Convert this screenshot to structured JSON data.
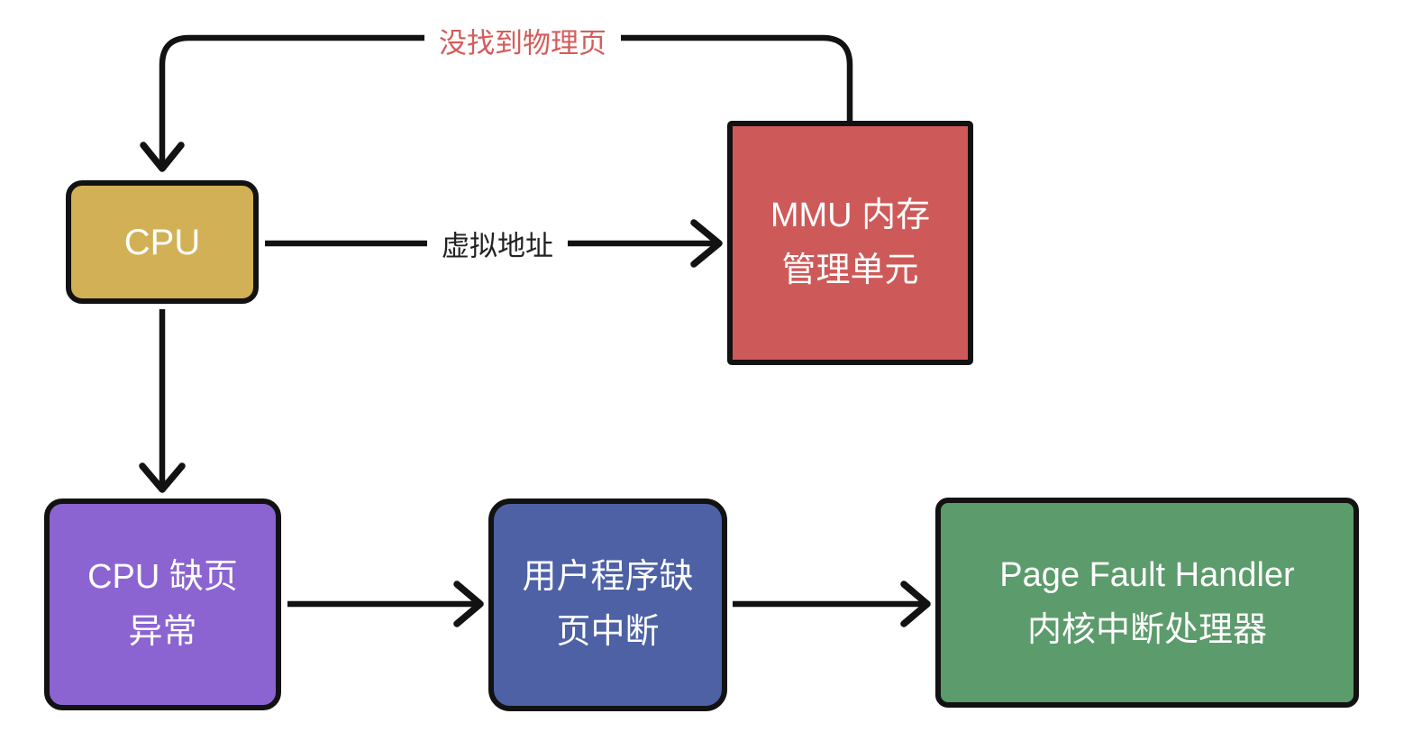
{
  "colors": {
    "background": "#ffffff",
    "border": "#121212",
    "arrow": "#121212",
    "node_text": "#ffffff",
    "cpu_fill": "#d2b055",
    "mmu_fill": "#cd5a59",
    "cpu_fault_fill": "#8b64d1",
    "user_interrupt_fill": "#4d61a4",
    "handler_fill": "#5c9b6b",
    "not_found_label": "#d65c5c",
    "virtual_address_label": "#222222"
  },
  "nodes": {
    "cpu": {
      "label": "CPU",
      "fill": "#d2b055"
    },
    "mmu": {
      "label": "MMU 内存\n管理单元",
      "fill": "#cd5a59"
    },
    "cpu_fault": {
      "label": "CPU 缺页\n异常",
      "fill": "#8b64d1"
    },
    "user_interrupt": {
      "label": "用户程序缺\n页中断",
      "fill": "#4d61a4"
    },
    "handler": {
      "label": "Page Fault Handler\n内核中断处理器",
      "fill": "#5c9b6b"
    }
  },
  "edges": {
    "mmu_to_cpu": {
      "from": "mmu",
      "to": "cpu",
      "label": "没找到物理页",
      "color": "#d65c5c"
    },
    "cpu_to_mmu": {
      "from": "cpu",
      "to": "mmu",
      "label": "虚拟地址",
      "color": "#222222"
    },
    "cpu_to_cpu_fault": {
      "from": "cpu",
      "to": "cpu_fault",
      "label": ""
    },
    "cpu_fault_to_user_interrupt": {
      "from": "cpu_fault",
      "to": "user_interrupt",
      "label": ""
    },
    "user_interrupt_to_handler": {
      "from": "user_interrupt",
      "to": "handler",
      "label": ""
    }
  }
}
